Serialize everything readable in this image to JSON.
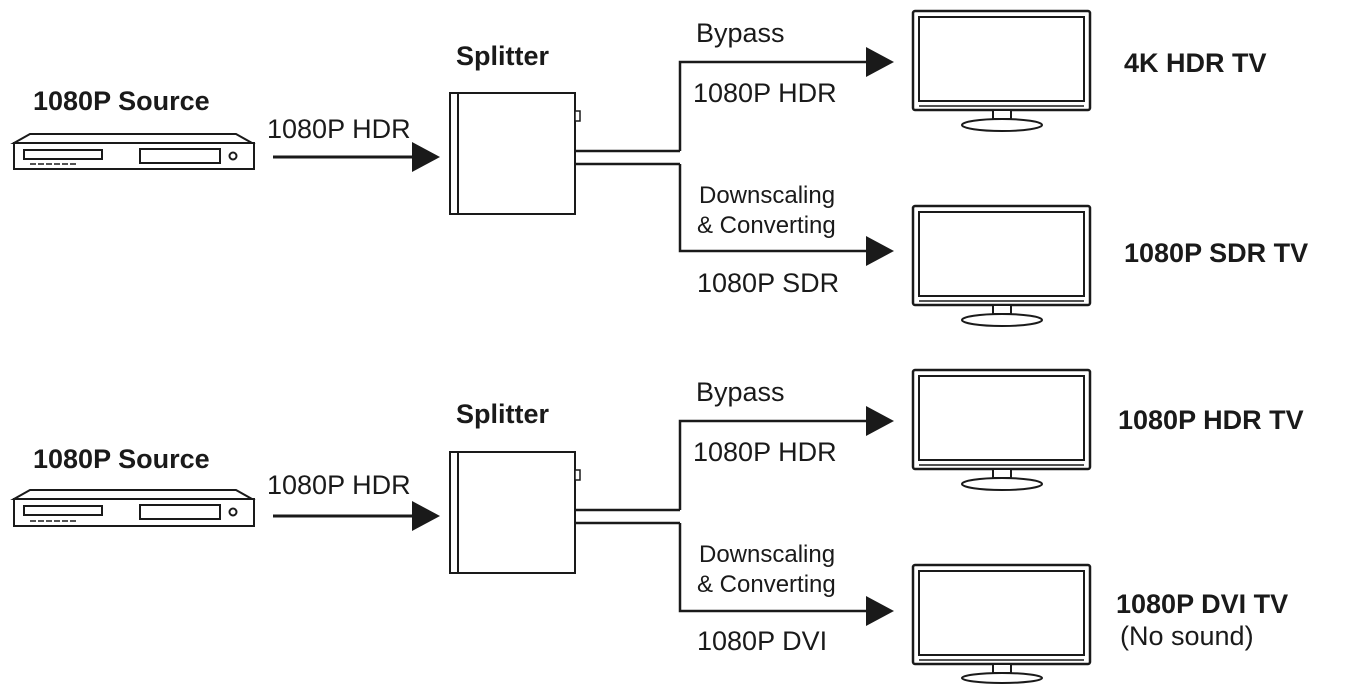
{
  "scenarios": [
    {
      "source": {
        "label": "1080P Source"
      },
      "input_signal": "1080P HDR",
      "splitter": {
        "label": "Splitter"
      },
      "outputs": [
        {
          "path_label_lines": [
            "Bypass"
          ],
          "signal": "1080P HDR",
          "display": {
            "name": "4K HDR TV",
            "note": ""
          }
        },
        {
          "path_label_lines": [
            "Downscaling",
            "& Converting"
          ],
          "signal": "1080P SDR",
          "display": {
            "name": "1080P SDR TV",
            "note": ""
          }
        }
      ]
    },
    {
      "source": {
        "label": "1080P Source"
      },
      "input_signal": "1080P HDR",
      "splitter": {
        "label": "Splitter"
      },
      "outputs": [
        {
          "path_label_lines": [
            "Bypass"
          ],
          "signal": "1080P HDR",
          "display": {
            "name": "1080P HDR TV",
            "note": ""
          }
        },
        {
          "path_label_lines": [
            "Downscaling",
            "& Converting"
          ],
          "signal": "1080P DVI",
          "display": {
            "name": "1080P DVI TV",
            "note": "(No sound)"
          }
        }
      ]
    }
  ]
}
